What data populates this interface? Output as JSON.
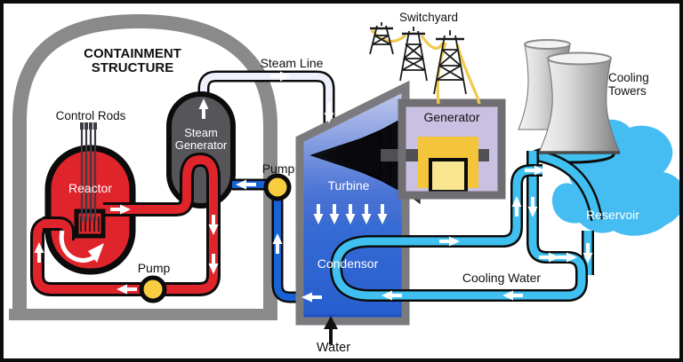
{
  "diagram": {
    "type": "nuclear-power-plant-process-diagram",
    "labels": {
      "containment": {
        "line1": "CONTAINMENT",
        "line2": "STRUCTURE"
      },
      "control_rods": "Control Rods",
      "reactor": "Reactor",
      "steam_generator": {
        "line1": "Steam",
        "line2": "Generator"
      },
      "primary_pump": "Pump",
      "feedwater_pump": "Pump",
      "steam_line": "Steam Line",
      "switchyard": "Switchyard",
      "generator": "Generator",
      "turbine": "Turbine",
      "condensor": "Condensor",
      "cooling_towers": {
        "line1": "Cooling",
        "line2": "Towers"
      },
      "reservoir": "Reservoir",
      "cooling_water": "Cooling Water",
      "water": "Water"
    },
    "colors": {
      "primary_loop_red": "#e0242c",
      "coolant_cyan": "#3fc0f0",
      "feedwater_blue": "#1763d4",
      "pump_yellow": "#f8cd3f",
      "containment_gray": "#8a8a8a",
      "steam_generator_gray": "#56565a",
      "turbine_blue_top": "#c6cbec",
      "turbine_blue_bottom": "#1b50c4",
      "generator_lavender": "#c9c0e2",
      "generator_yellow": "#f4c53a",
      "reservoir_blue": "#45bcf2",
      "power_cable_yellow": "#f0c94e",
      "steam_line_fill": "#eef1fb"
    }
  }
}
